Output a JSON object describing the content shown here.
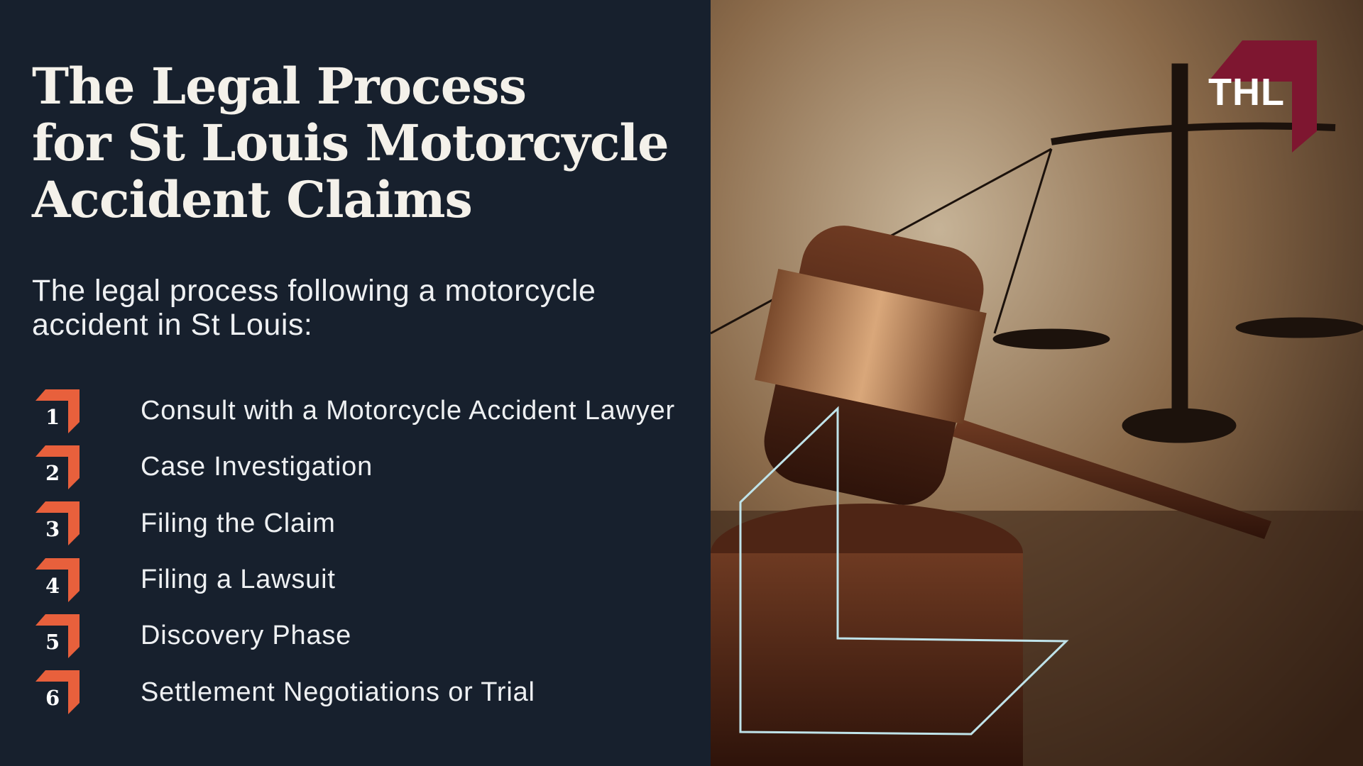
{
  "title_lines": [
    "The Legal Process",
    "for St Louis Motorcycle",
    "Accident Claims"
  ],
  "subtitle": "The legal process following a motorcycle accident in St Louis:",
  "steps": [
    {
      "number": "1",
      "label": "Consult with a Motorcycle Accident Lawyer"
    },
    {
      "number": "2",
      "label": "Case Investigation"
    },
    {
      "number": "3",
      "label": "Filing the Claim"
    },
    {
      "number": "4",
      "label": "Filing a Lawsuit"
    },
    {
      "number": "5",
      "label": "Discovery Phase"
    },
    {
      "number": "6",
      "label": "Settlement Negotiations or Trial"
    }
  ],
  "logo": {
    "text": "THL"
  },
  "colors": {
    "background": "#17202d",
    "accent": "#e8603c",
    "logo": "#7e1630",
    "outline": "#bfe3ea"
  },
  "image": {
    "subject": "gavel-and-scales"
  }
}
